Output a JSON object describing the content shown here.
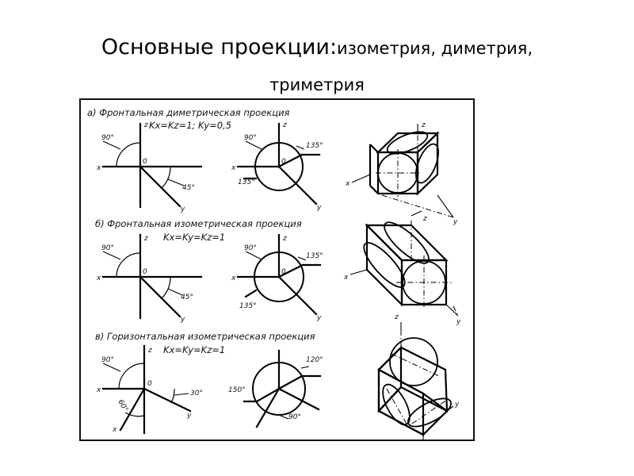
{
  "slide": {
    "title_main": "Основные проекции",
    "title_colon": ":",
    "title_rest_line1": "изометрия, диметрия,",
    "title_rest_line2": "триметрия"
  },
  "sections": [
    {
      "title": "а) Фронтальная диметрическая проекция",
      "coef": "Kx=Kz=1; Ky=0,5",
      "labels": {
        "z": "z",
        "x": "x",
        "y": "y",
        "origin": "0",
        "a1": "90°",
        "a2": "45°",
        "b1": "90°",
        "b2": "135°",
        "b3": "135°"
      }
    },
    {
      "title": "б) Фронтальная изометрическая проекция",
      "coef": "Kx=Ky=Kz=1",
      "labels": {
        "z": "z",
        "x": "x",
        "y": "y",
        "origin": "0",
        "a1": "90°",
        "a2": "45°",
        "b1": "90°",
        "b2": "135°",
        "b3": "135°"
      }
    },
    {
      "title": "в) Горизонтальная изометрическая проекция",
      "coef": "Kx=Ky=Kz=1",
      "labels": {
        "z": "z",
        "x": "x",
        "y": "y",
        "origin": "0",
        "a1": "90°",
        "a2": "60°",
        "a3": "30°",
        "b1": "150°",
        "b2": "120°",
        "b3": "90°"
      }
    }
  ],
  "cube_labels": {
    "z": "z",
    "x": "x",
    "y": "y"
  }
}
